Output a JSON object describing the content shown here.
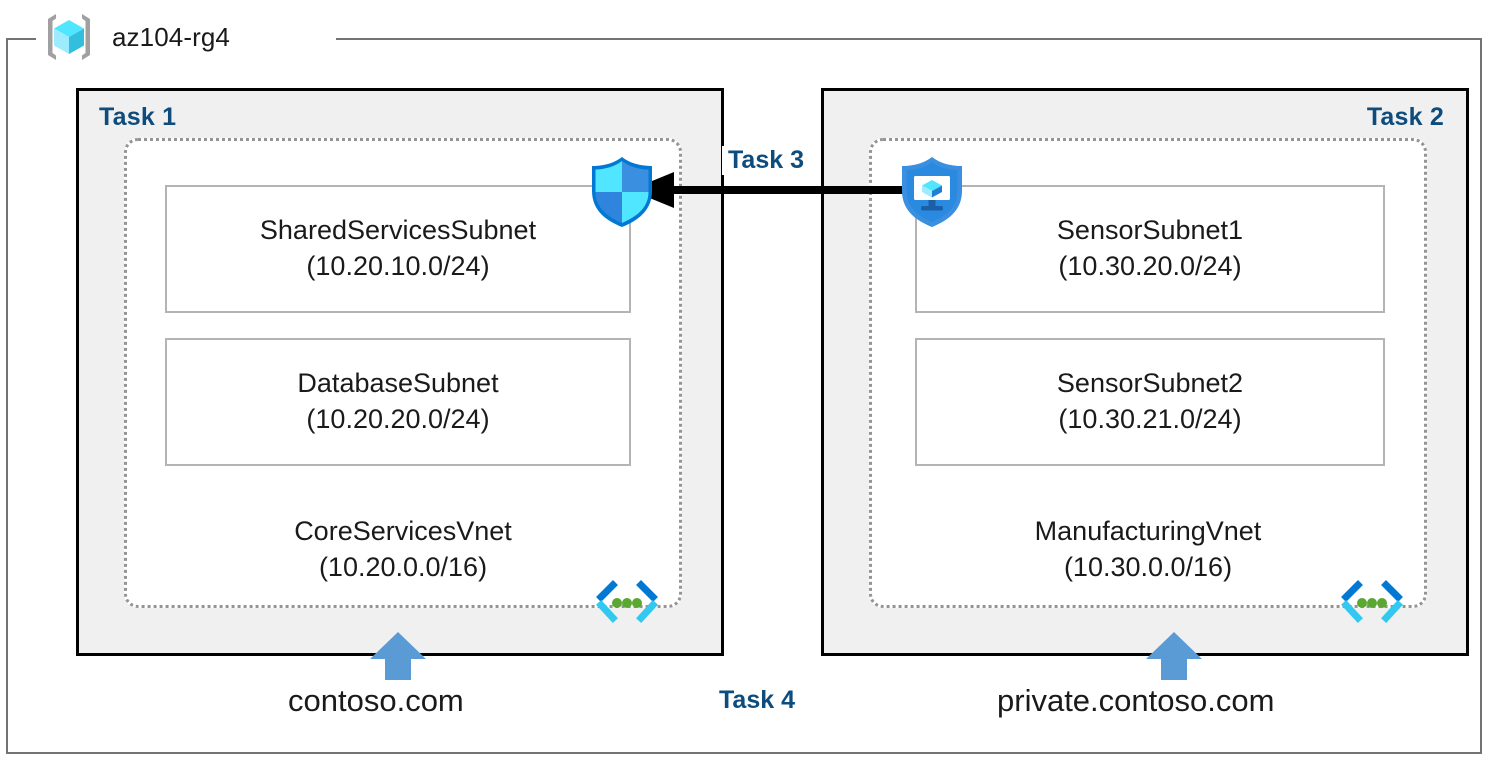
{
  "resource_group": {
    "name": "az104-rg4",
    "icon": "resource-group-cube-icon"
  },
  "tasks": {
    "task1_label": "Task 1",
    "task2_label": "Task 2",
    "task3_label": "Task 3",
    "task4_label": "Task 4"
  },
  "vnets": [
    {
      "task_label": "Task 1",
      "name": "CoreServicesVnet",
      "cidr": "(10.20.0.0/16)",
      "icon": "virtual-network-icon",
      "subnets": [
        {
          "name": "SharedServicesSubnet",
          "cidr": "(10.20.10.0/24)"
        },
        {
          "name": "DatabaseSubnet",
          "cidr": "(10.20.20.0/24)"
        }
      ],
      "dns_zone": "contoso.com"
    },
    {
      "task_label": "Task 2",
      "name": "ManufacturingVnet",
      "cidr": "(10.30.0.0/16)",
      "icon": "virtual-network-icon",
      "subnets": [
        {
          "name": "SensorSubnet1",
          "cidr": "(10.30.20.0/24)"
        },
        {
          "name": "SensorSubnet2",
          "cidr": "(10.30.21.0/24)"
        }
      ],
      "dns_zone": "private.contoso.com"
    }
  ],
  "security": {
    "firewall_icon": "shield-icon",
    "nsg_icon": "network-security-group-icon"
  },
  "connection": {
    "label": "Task 3",
    "direction": "right-to-left",
    "icon": "peering-arrow-icon"
  },
  "dns": {
    "label": "Task 4",
    "arrow_icon": "up-arrow-icon"
  },
  "colors": {
    "task_label": "#0d4c7c",
    "panel_fill": "#f0f0f0",
    "panel_border": "#000000",
    "vnet_border": "#949494",
    "subnet_border": "#b4b4b4",
    "rg_border": "#737373",
    "arrow_blue": "#5b9bd5",
    "accent_cyan": "#32c8f0",
    "accent_green": "#5aa732",
    "text": "#1a1a1a"
  }
}
